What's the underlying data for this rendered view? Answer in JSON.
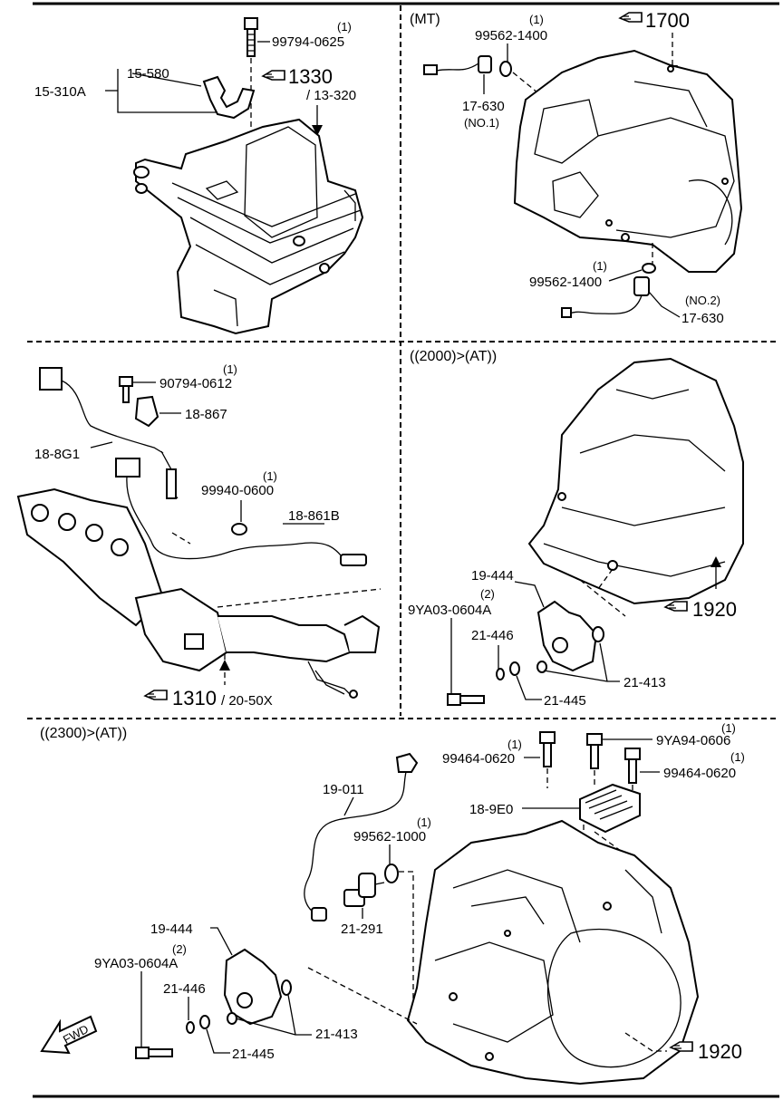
{
  "sections": {
    "mt": "(MT)",
    "at2000": "((2000)>(AT))",
    "at2300": "((2300)>(AT))"
  },
  "panel1": {
    "bolt": "99794-0625",
    "bolt_qty": "(1)",
    "bracket": "15-580",
    "assembly": "15-310A",
    "ref": "1330",
    "ref2": "/ 13-320"
  },
  "panel2": {
    "ref": "1700",
    "washer1": "99562-1400",
    "washer1_qty": "(1)",
    "switch1": "17-630",
    "switch1_no": "(NO.1)",
    "washer2": "99562-1400",
    "washer2_qty": "(1)",
    "switch2_no": "(NO.2)",
    "switch2": "17-630"
  },
  "panel3": {
    "bolt": "90794-0612",
    "bolt_qty": "(1)",
    "clip": "18-867",
    "sensor1": "18-8G1",
    "nut": "99940-0600",
    "nut_qty": "(1)",
    "sensor2": "18-861B",
    "ref": "1310",
    "ref2": "/ 20-50X"
  },
  "panel4": {
    "switch": "19-444",
    "bolt": "9YA03-0604A",
    "bolt_qty": "(2)",
    "washer": "21-446",
    "oring": "21-413",
    "washer2": "21-445",
    "ref": "1920"
  },
  "panel5": {
    "bolt1": "99464-0620",
    "bolt1_qty": "(1)",
    "bolt2": "9YA94-0606",
    "bolt2_qty": "(1)",
    "bolt3": "99464-0620",
    "bolt3_qty": "(1)",
    "module": "18-9E0",
    "harness": "19-011",
    "washer": "99562-1000",
    "washer_qty": "(1)",
    "sensor": "21-291",
    "switch": "19-444",
    "bolt": "9YA03-0604A",
    "bolt_qty": "(2)",
    "washer_a": "21-446",
    "oring": "21-413",
    "washer_b": "21-445",
    "ref": "1920",
    "fwd": "FWD"
  },
  "icons": [
    "pointing-hand-icon",
    "fwd-arrow-icon"
  ]
}
